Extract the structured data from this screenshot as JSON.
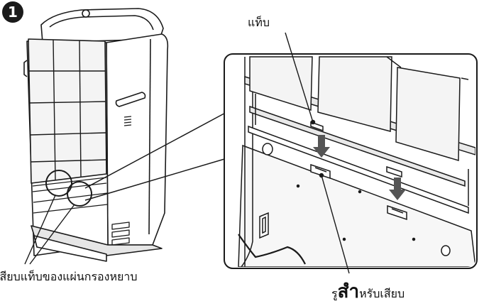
{
  "step": {
    "number": "1"
  },
  "labels": {
    "tab": "แท็บ",
    "insert_tab": "เสียบแท็บของแผ่นกรองหยาบ",
    "hole_prefix": "รู",
    "hole_emphasis": "สำ",
    "hole_suffix": "หรับเสียบ"
  },
  "colors": {
    "line": "#1a1a1a",
    "shade": "#e6e6e6",
    "arrow": "#555555",
    "background": "#ffffff"
  }
}
